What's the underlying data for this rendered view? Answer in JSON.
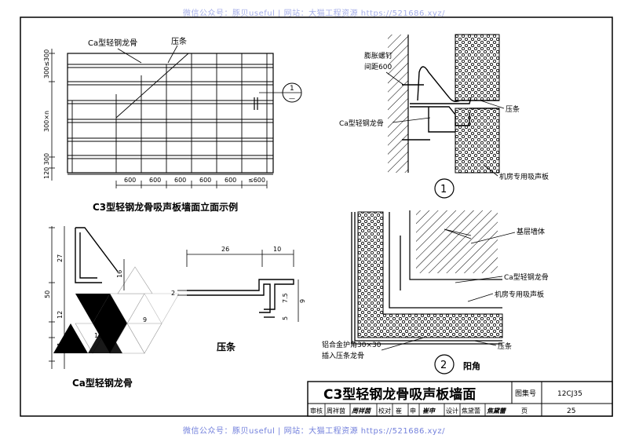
{
  "watermark": {
    "top": "微信公众号：豚贝useful | 网站：大猫工程资源 https://521686.xyz/",
    "bottom": "微信公众号：豚贝useful | 网站：大猫工程资源 https://521686.xyz/"
  },
  "elevation": {
    "label_ca": "Ca型轻钢龙骨",
    "label_strip": "压条",
    "caption": "C3型轻钢龙骨吸声板墙面立面示例",
    "dim_top": "300≤300",
    "dim_mid": "300×n",
    "dim_bottom": "120 300",
    "bottom_dims": [
      "600",
      "600",
      "600",
      "600",
      "600",
      "≤600"
    ],
    "callout_top": "1",
    "callout_bottom": "—"
  },
  "detail1": {
    "label_bolt": "膨胀螺钉",
    "label_spacing": "间距600",
    "label_ca": "Ca型轻钢龙骨",
    "label_strip": "压条",
    "label_panel": "机房专用吸声板",
    "number": "1"
  },
  "detail2": {
    "label_base": "基层墙体",
    "label_ca": "Ca型轻钢龙骨",
    "label_panel": "机房专用吸声板",
    "label_corner": "铝合金护角30×30",
    "label_insert": "插入压条龙骨",
    "label_strip": "压条",
    "number": "2",
    "title": "阳角"
  },
  "ca_section": {
    "dims_left": [
      "27",
      "50",
      "12",
      "11"
    ],
    "dim_16": "16",
    "dim_9": "9",
    "dim_10": "10",
    "caption": "Ca型轻钢龙骨"
  },
  "strip_section": {
    "dim_26": "26",
    "dim_10": "10",
    "dim_2": "2",
    "dim_75": "7.5",
    "dim_9": "9",
    "dim_5": "5",
    "caption": "压条"
  },
  "title_block": {
    "title": "C3型轻钢龙骨吸声板墙面",
    "atlas_label": "图集号",
    "atlas_no": "12CJ35",
    "review": "审核",
    "reviewer": "周祥茵",
    "reviewer_sign": "周祥茵",
    "check": "校对",
    "checker": "崔",
    "checker2": "申",
    "checker_sign": "崔申",
    "design": "设计",
    "designer": "焦黛蕾",
    "designer_sign": "焦黛蕾",
    "page_label": "页",
    "page_no": "25"
  }
}
